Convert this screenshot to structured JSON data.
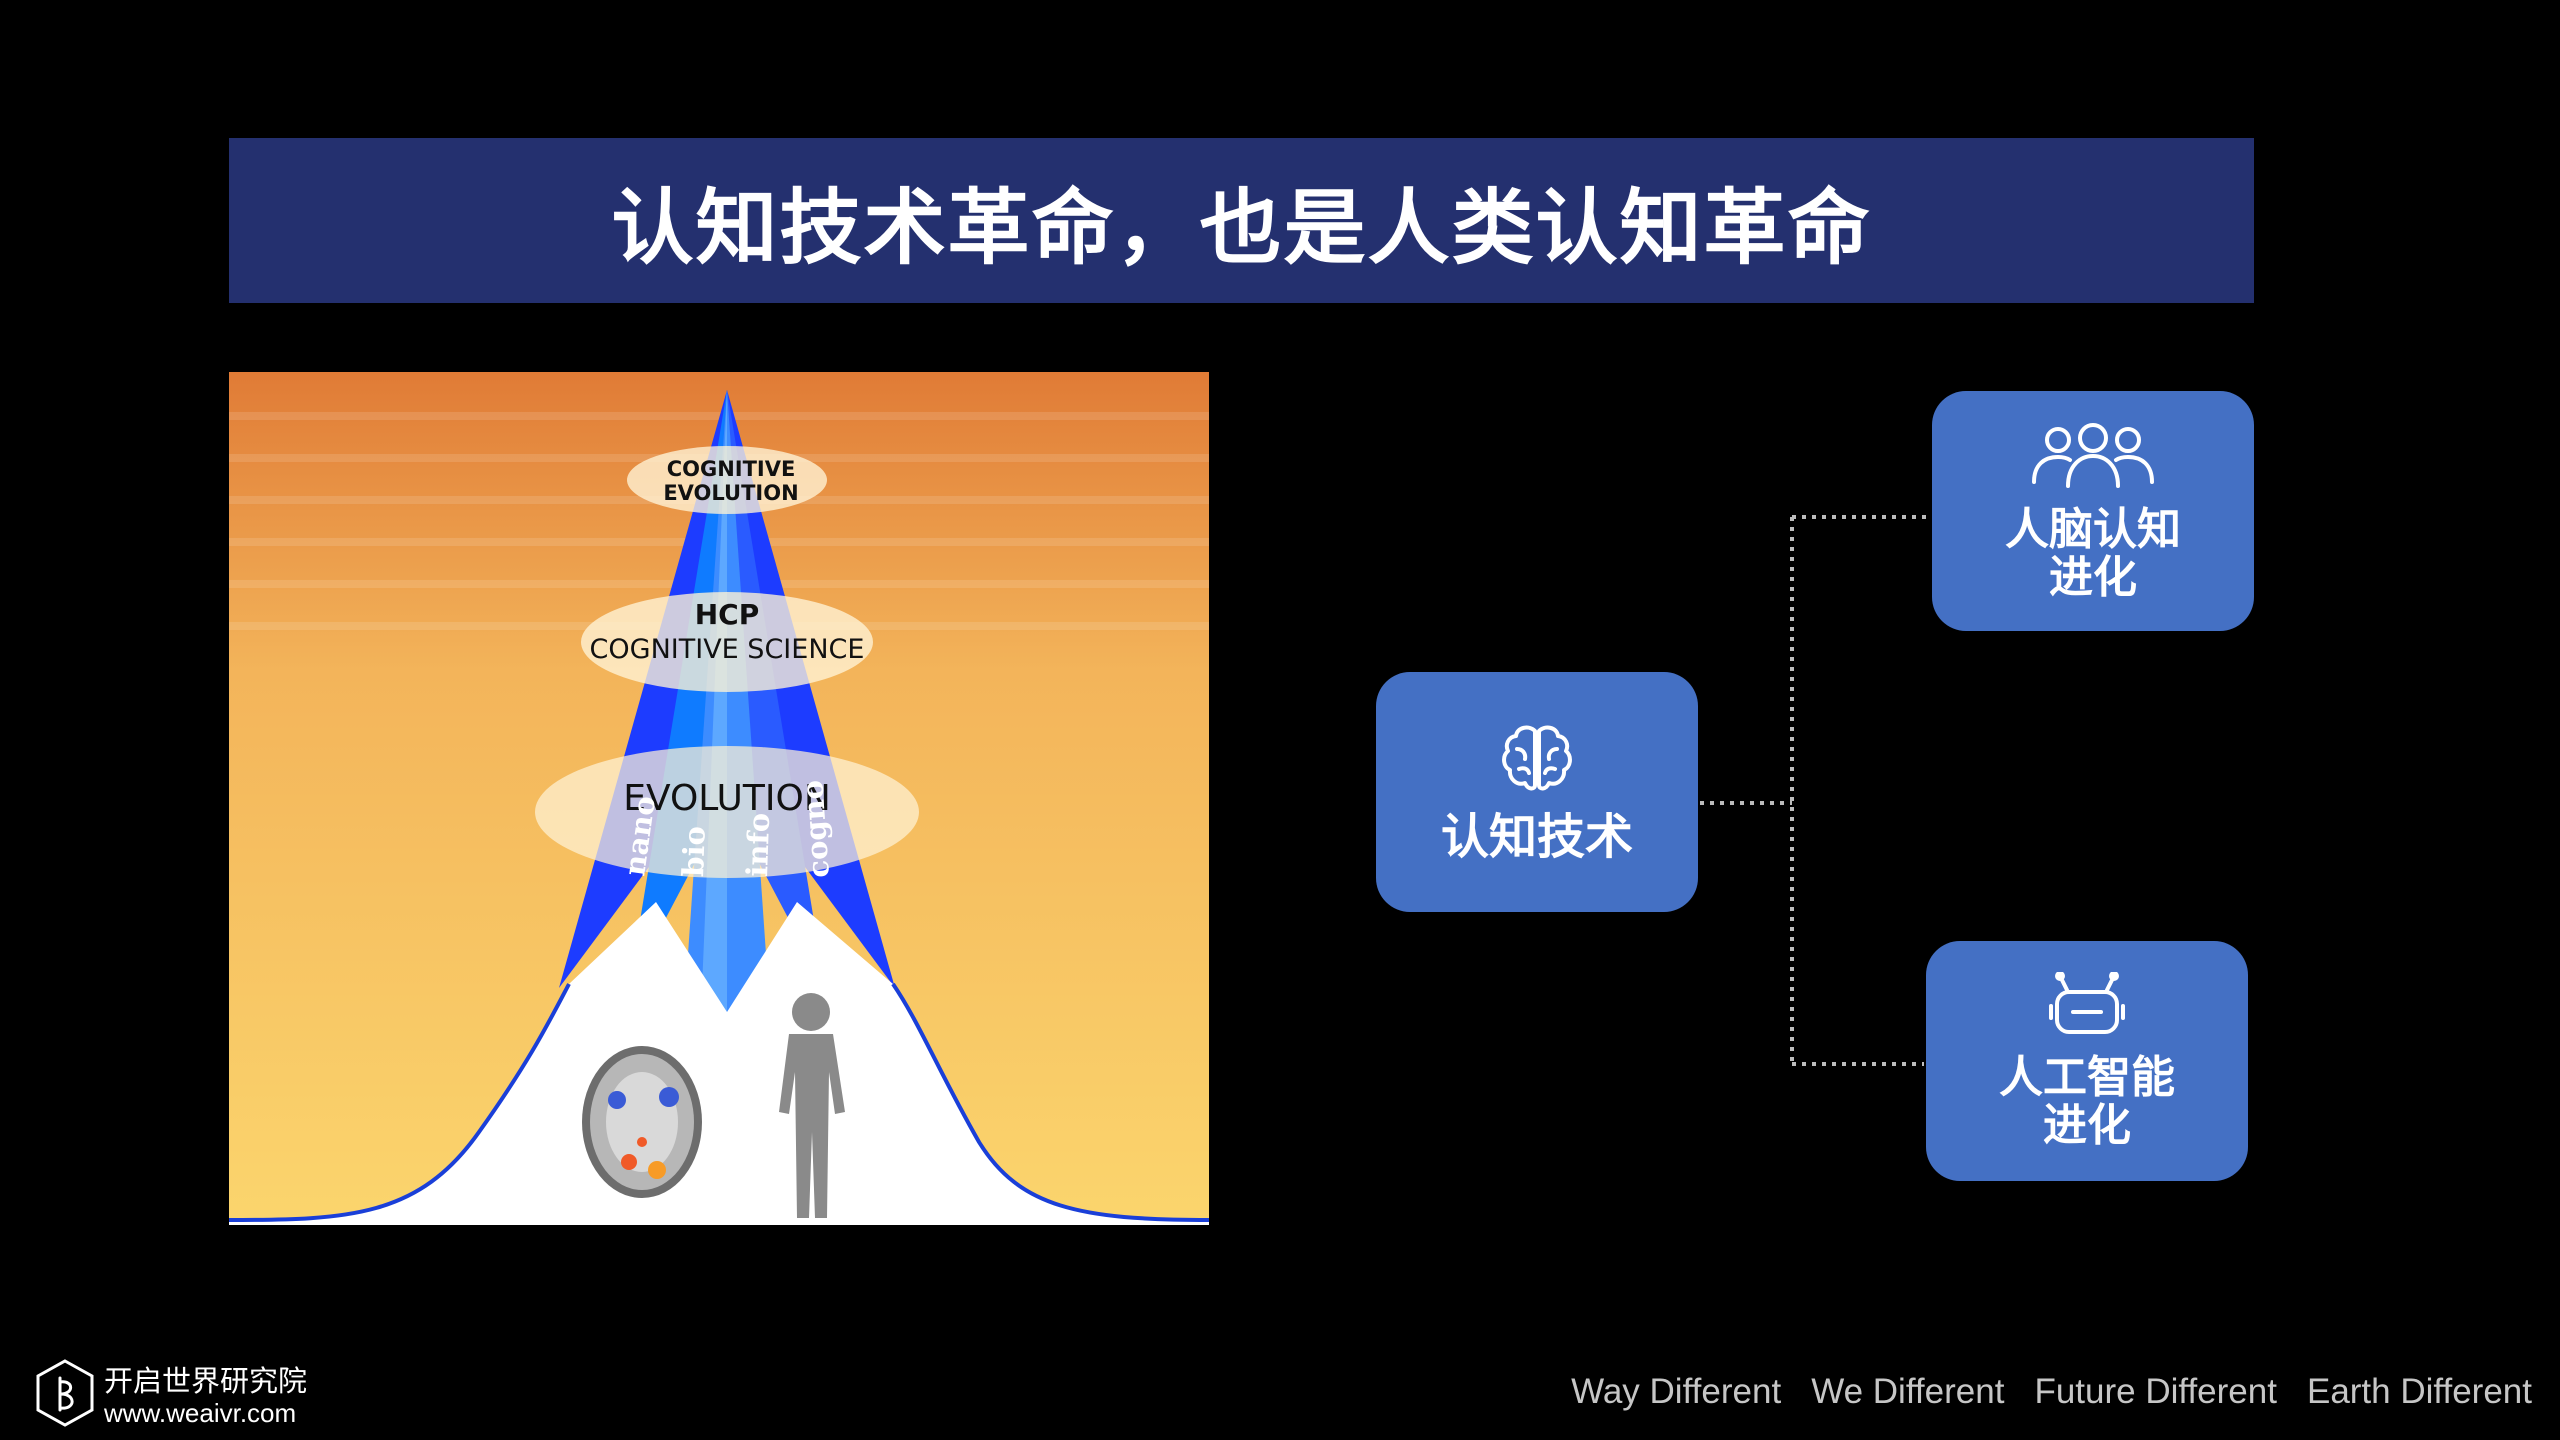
{
  "slide": {
    "title": "认知技术革命，也是人类认知革命"
  },
  "illustration": {
    "layers": [
      {
        "line1": "COGNITIVE",
        "line2": "EVOLUTION"
      },
      {
        "line1": "HCP",
        "line2": "COGNITIVE SCIENCE"
      },
      {
        "line1": "EVOLUTION"
      }
    ],
    "streams": [
      "nano",
      "bio",
      "info",
      "cogno"
    ],
    "colors": {
      "sky_top": "#e07b36",
      "sky_bottom": "#fbd56d",
      "cone_dark": "#1d3cff",
      "cone_mid": "#0f7bff",
      "cone_light": "#4aa6ff"
    }
  },
  "diagram": {
    "root": {
      "icon": "brain-icon",
      "label": "认知技术"
    },
    "branches": [
      {
        "icon": "group-icon",
        "label": "人脑认知\n进化"
      },
      {
        "icon": "robot-icon",
        "label": "人工智能\n进化"
      }
    ],
    "box_color": "#4470c4"
  },
  "footer": {
    "brand_name": "开启世界研究院",
    "brand_url": "www.weaivr.com",
    "slogans": [
      "Way Different",
      "We Different",
      "Future Different",
      "Earth Different"
    ]
  }
}
